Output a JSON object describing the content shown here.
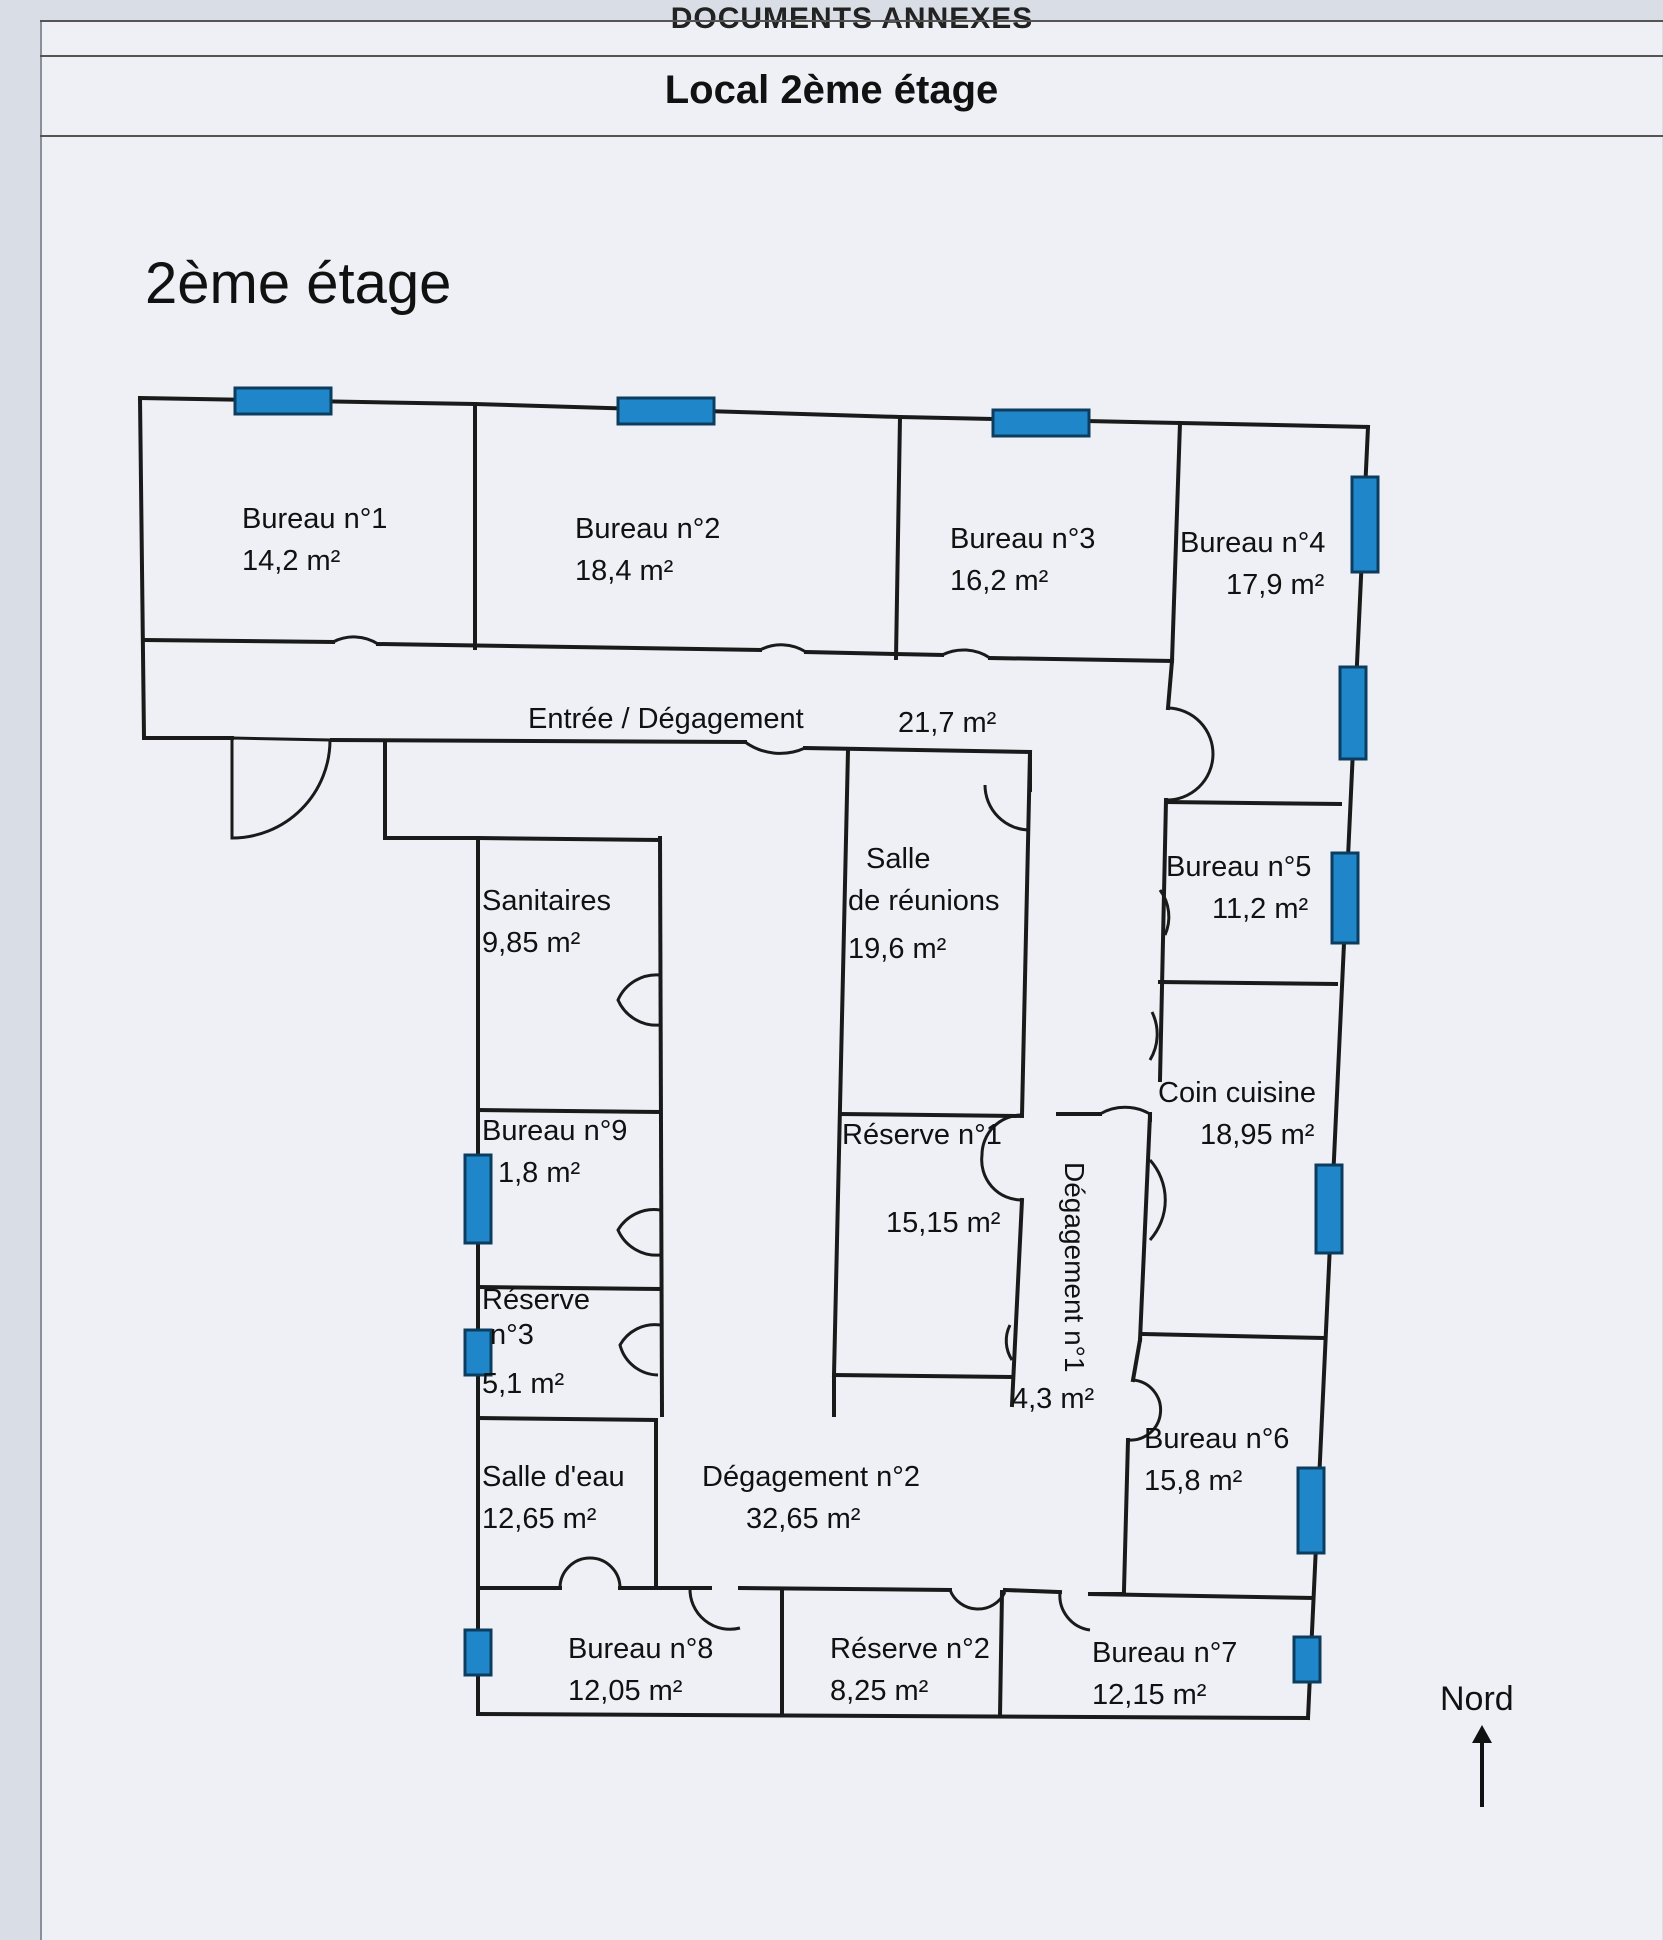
{
  "header": {
    "doc_section": "DOCUMENTS ANNEXES",
    "title": "Local 2ème étage"
  },
  "floor_label": "2ème étage",
  "rooms": {
    "bureau1": {
      "name": "Bureau n°1",
      "area": "14,2  m²"
    },
    "bureau2": {
      "name": "Bureau n°2",
      "area": "18,4  m²"
    },
    "bureau3": {
      "name": "Bureau n°3",
      "area": "16,2  m²"
    },
    "bureau4": {
      "name": "Bureau n°4",
      "area": "17,9  m²"
    },
    "entree": {
      "name": "Entrée / Dégagement",
      "area": "21,7  m²"
    },
    "sanitaires": {
      "name": "Sanitaires",
      "area": "9,85  m²"
    },
    "salle_reunions": {
      "name1": "Salle",
      "name2": "de réunions",
      "area": "19,6  m²"
    },
    "bureau5": {
      "name": "Bureau n°5",
      "area": "11,2  m²"
    },
    "coin_cuisine": {
      "name": "Coin cuisine",
      "area": "18,95  m²"
    },
    "bureau9": {
      "name": "Bureau n°9",
      "area": "1,8  m²"
    },
    "reserve1": {
      "name": "Réserve n°1",
      "area": "15,15  m²"
    },
    "degagement1": {
      "name": "Dégagement n°1",
      "area": "4,3  m²"
    },
    "reserve3": {
      "name1": "Réserve",
      "name2": "n°3",
      "area": "5,1  m²"
    },
    "salle_eau": {
      "name": "Salle d'eau",
      "area": "12,65  m²"
    },
    "degagement2": {
      "name": "Dégagement n°2",
      "area": "32,65  m²"
    },
    "bureau6": {
      "name": "Bureau n°6",
      "area": "15,8  m²"
    },
    "bureau8": {
      "name": "Bureau n°8",
      "area": "12,05  m²"
    },
    "reserve2": {
      "name": "Réserve n°2",
      "area": "8,25  m²"
    },
    "bureau7": {
      "name": "Bureau n°7",
      "area": "12,15  m²"
    }
  },
  "north_label": "Nord",
  "colors": {
    "window": "#1f86c9",
    "wall": "#1a1a1a",
    "paper": "#eef0f6"
  }
}
